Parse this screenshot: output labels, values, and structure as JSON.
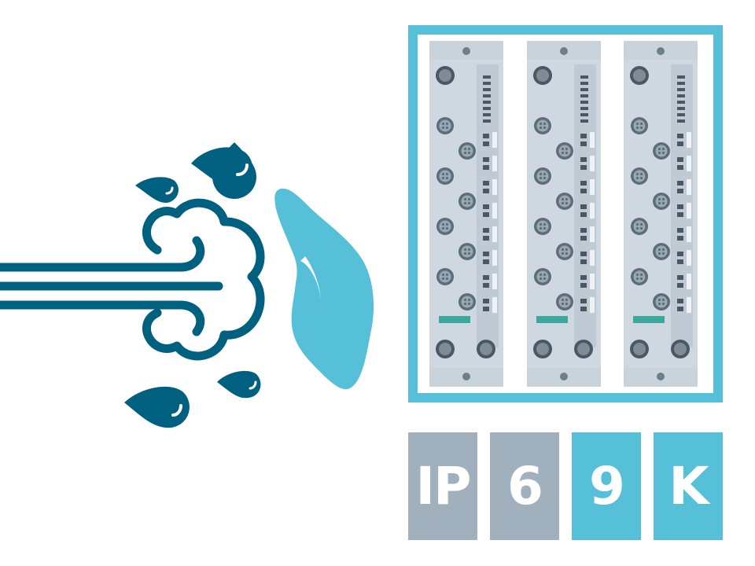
{
  "rating": {
    "tiles": [
      {
        "text": "IP",
        "color": "#a1b0bd"
      },
      {
        "text": "6",
        "color": "#a1b0bd"
      },
      {
        "text": "9",
        "color": "#55c0d8"
      },
      {
        "text": "K",
        "color": "#55c0d8"
      }
    ]
  },
  "colors": {
    "dark_teal": "#00607f",
    "light_blue": "#55c0d8",
    "module_gray": "#cfd8e0",
    "accent_green": "#3aa89a"
  },
  "icons": [
    "wind-cloud-icon",
    "water-droplet-icon",
    "hand-icon",
    "io-module-icon"
  ]
}
